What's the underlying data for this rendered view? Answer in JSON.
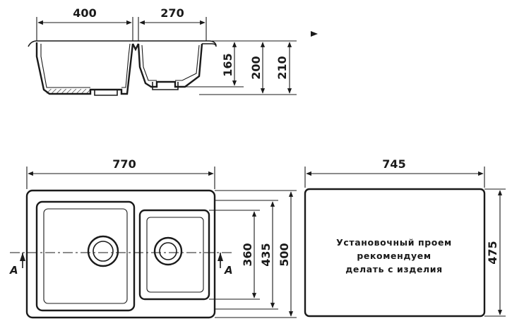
{
  "section_view": {
    "dims": {
      "bowl_large_width": "400",
      "bowl_small_width": "270",
      "depth_165": "165",
      "depth_200": "200",
      "depth_210": "210"
    }
  },
  "plan_view": {
    "dims": {
      "overall_width": "770",
      "inner_height": "360",
      "mid_height": "435",
      "overall_height": "500"
    },
    "section_marker": "А"
  },
  "cutout_view": {
    "dims": {
      "width": "745",
      "height": "475"
    },
    "note_lines": [
      "Установочный проем",
      "рекомендуем",
      "делать с изделия"
    ]
  }
}
